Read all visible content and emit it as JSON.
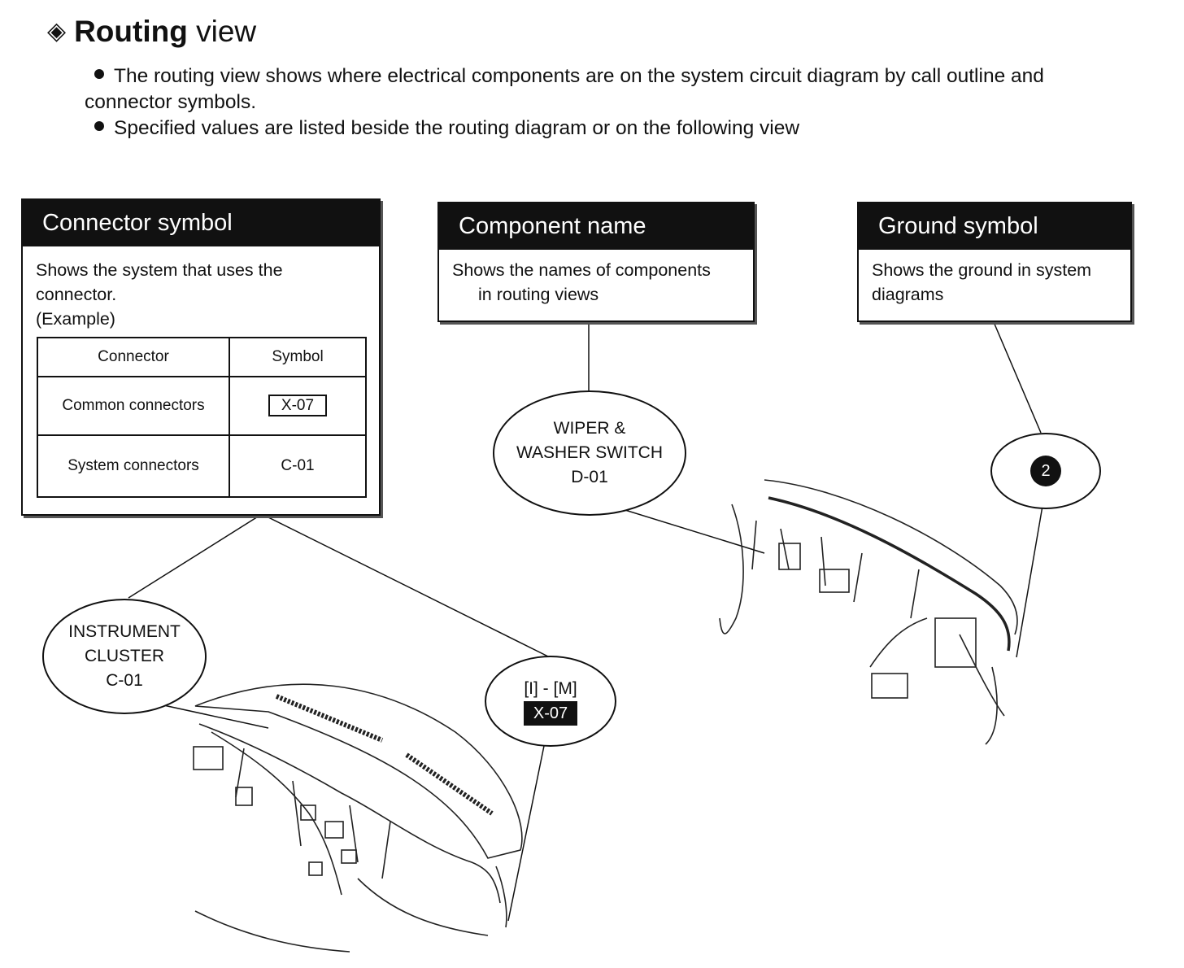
{
  "title": {
    "strong": "Routing",
    "rest": "view"
  },
  "bullets": [
    "The routing view shows where electrical components are on the system circuit diagram by call outline and",
    "connector symbols.",
    "Specified values are listed beside the routing diagram or on the following view"
  ],
  "connector_symbol": {
    "heading": "Connector symbol",
    "desc_1": "Shows the system that uses the",
    "desc_2": "connector.",
    "example": "(Example)",
    "table": {
      "col_connector": "Connector",
      "col_symbol": "Symbol",
      "row1_label": "Common connectors",
      "row1_symbol": "X-07",
      "row2_label": "System connectors",
      "row2_symbol": "C-01"
    }
  },
  "component_name": {
    "heading": "Component name",
    "desc_1": "Shows the names of components",
    "desc_2": "in routing views"
  },
  "ground_symbol": {
    "heading": "Ground symbol",
    "desc_1": "Shows the ground in system",
    "desc_2": "diagrams"
  },
  "ovals": {
    "wiper_line1": "WIPER &",
    "wiper_line2": "WASHER SWITCH",
    "wiper_line3": "D-01",
    "ground_number": "2",
    "instrument_line1": "INSTRUMENT",
    "instrument_line2": "CLUSTER",
    "instrument_line3": "C-01",
    "connector_range": "[I] - [M]",
    "connector_code": "X-07"
  }
}
